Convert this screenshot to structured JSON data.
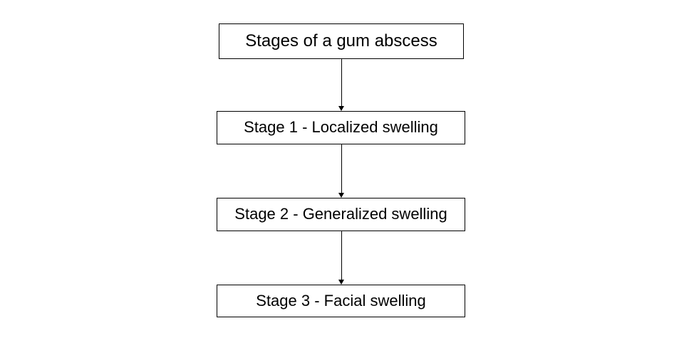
{
  "diagram": {
    "title_node": {
      "label": "Stages of a gum abscess"
    },
    "nodes": [
      {
        "id": "stage-1",
        "label": "Stage 1 - Localized swelling"
      },
      {
        "id": "stage-2",
        "label": "Stage 2 - Generalized swelling"
      },
      {
        "id": "stage-3",
        "label": "Stage 3 - Facial swelling"
      }
    ],
    "connections": [
      {
        "from": "title",
        "to": "stage-1"
      },
      {
        "from": "stage-1",
        "to": "stage-2"
      },
      {
        "from": "stage-2",
        "to": "stage-3"
      }
    ],
    "colors": {
      "background": "#ffffff",
      "border": "#000000",
      "text": "#000000",
      "arrow": "#000000"
    }
  }
}
